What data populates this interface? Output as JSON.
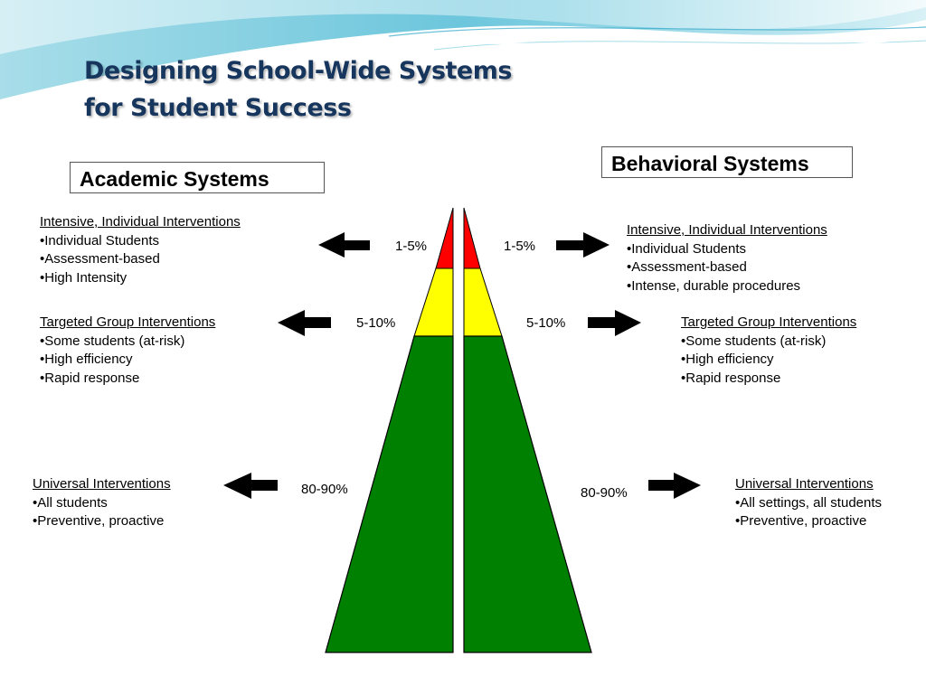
{
  "title": {
    "line1": "Designing School-Wide Systems",
    "line2": "for Student Success"
  },
  "academic": {
    "label": "Academic Systems",
    "tiers": [
      {
        "heading": "Intensive, Individual Interventions",
        "bullets": [
          "Individual Students",
          "Assessment-based",
          "High Intensity"
        ],
        "percent": "1-5%"
      },
      {
        "heading": "Targeted Group Interventions",
        "bullets": [
          "Some students (at-risk)",
          "High efficiency",
          "Rapid response"
        ],
        "percent": "5-10%"
      },
      {
        "heading": "Universal Interventions",
        "bullets": [
          "All students",
          "Preventive,  proactive"
        ],
        "percent": "80-90%"
      }
    ]
  },
  "behavioral": {
    "label": "Behavioral Systems",
    "tiers": [
      {
        "heading": "Intensive, Individual Interventions",
        "bullets": [
          "Individual Students",
          "Assessment-based",
          "Intense, durable procedures"
        ],
        "percent": "1-5%"
      },
      {
        "heading": "Targeted Group Interventions",
        "bullets": [
          "Some students (at-risk)",
          "High efficiency",
          "Rapid response"
        ],
        "percent": "5-10%"
      },
      {
        "heading": "Universal Interventions",
        "bullets": [
          "All settings, all students",
          "Preventive,  proactive"
        ],
        "percent": "80-90%"
      }
    ]
  },
  "colors": {
    "intensive": "#ff0000",
    "targeted": "#ffff00",
    "universal": "#008000",
    "title": "#17365d",
    "arrow": "#000000"
  },
  "icons": {
    "left_arrows": "arrow-left-icon",
    "right_arrows": "arrow-right-icon"
  }
}
